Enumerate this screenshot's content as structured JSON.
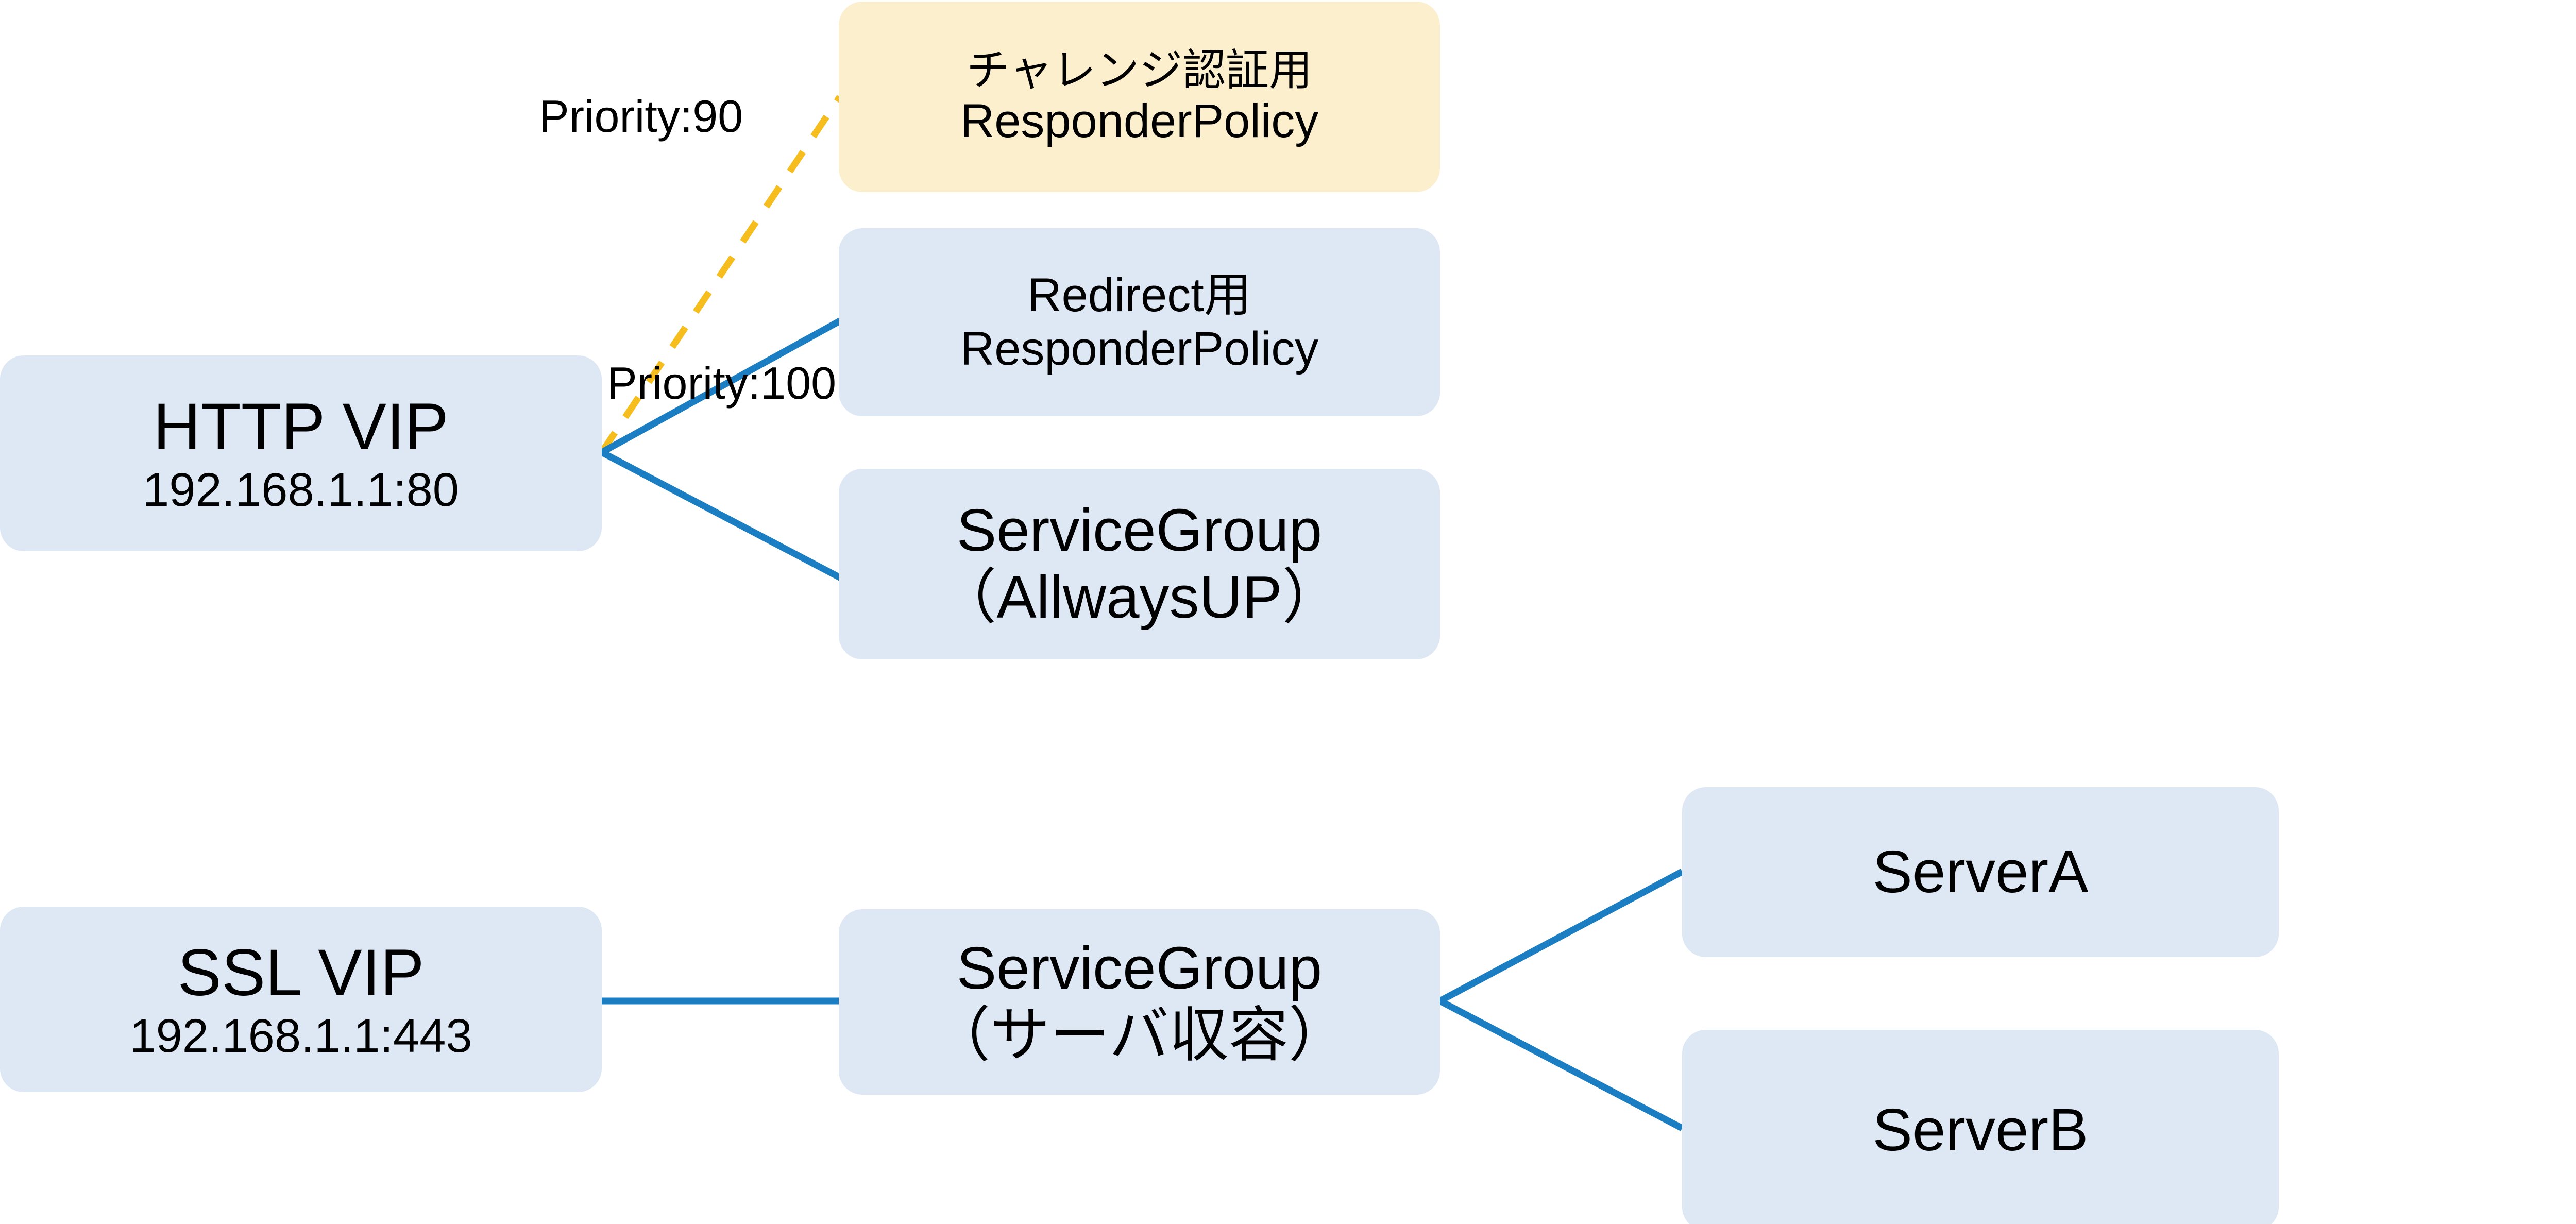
{
  "diagram": {
    "title": "NetScaler VIP / ResponderPolicy / ServiceGroup topology",
    "background_color": "#FFFFFF",
    "colors": {
      "node_blue_fill": "#DEE8F4",
      "node_orange_fill": "#FCEFCD",
      "edge_blue": "#1B7EC2",
      "edge_orange_dashed": "#F5BE1E",
      "text": "#000000"
    },
    "nodes": [
      {
        "id": "http-vip",
        "line1": "HTTP VIP",
        "line2": "192.168.1.1:80",
        "fill": "#DEE8F4"
      },
      {
        "id": "challenge-responder-policy",
        "line1": "チャレンジ認証用",
        "line2": "ResponderPolicy",
        "fill": "#FCEFCD"
      },
      {
        "id": "redirect-responder-policy",
        "line1": "Redirect用",
        "line2": "ResponderPolicy",
        "fill": "#DEE8F4"
      },
      {
        "id": "servicegroup-allwaysup",
        "line1": "ServiceGroup",
        "line2": "（AllwaysUP）",
        "fill": "#DEE8F4"
      },
      {
        "id": "ssl-vip",
        "line1": "SSL VIP",
        "line2": "192.168.1.1:443",
        "fill": "#DEE8F4"
      },
      {
        "id": "servicegroup-server",
        "line1": "ServiceGroup",
        "line2": "（サーバ収容）",
        "fill": "#DEE8F4"
      },
      {
        "id": "server-a",
        "line1": "ServerA",
        "fill": "#DEE8F4"
      },
      {
        "id": "server-b",
        "line1": "ServerB",
        "fill": "#DEE8F4"
      }
    ],
    "edges": [
      {
        "id": "http-vip-to-challenge",
        "from": "http-vip",
        "to": "challenge-responder-policy",
        "label": "Priority:90",
        "style": "dashed",
        "color": "#F5BE1E"
      },
      {
        "id": "http-vip-to-redirect",
        "from": "http-vip",
        "to": "redirect-responder-policy",
        "label": "Priority:100",
        "style": "solid",
        "color": "#1B7EC2"
      },
      {
        "id": "http-vip-to-servicegroup-allwaysup",
        "from": "http-vip",
        "to": "servicegroup-allwaysup",
        "label": "",
        "style": "solid",
        "color": "#1B7EC2"
      },
      {
        "id": "ssl-vip-to-servicegroup-server",
        "from": "ssl-vip",
        "to": "servicegroup-server",
        "label": "",
        "style": "solid",
        "color": "#1B7EC2"
      },
      {
        "id": "servicegroup-server-to-server-a",
        "from": "servicegroup-server",
        "to": "server-a",
        "label": "",
        "style": "solid",
        "color": "#1B7EC2"
      },
      {
        "id": "servicegroup-server-to-server-b",
        "from": "servicegroup-server",
        "to": "server-b",
        "label": "",
        "style": "solid",
        "color": "#1B7EC2"
      }
    ]
  }
}
